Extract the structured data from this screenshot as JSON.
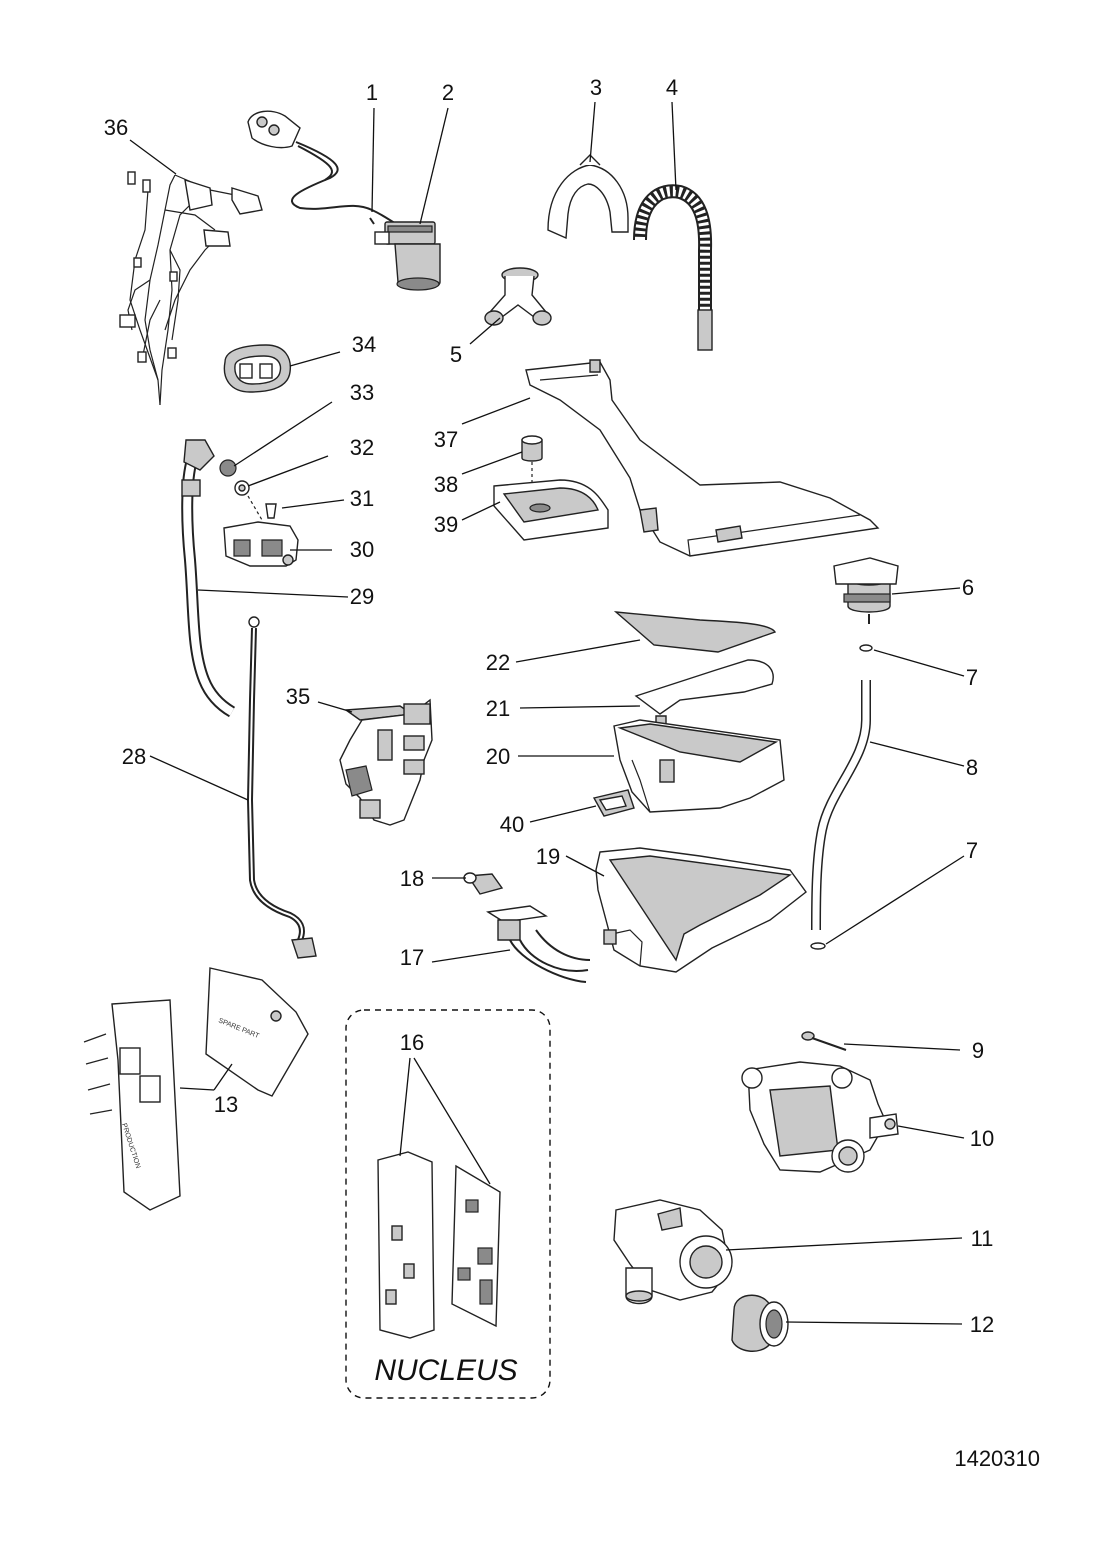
{
  "parts": {
    "p1": "1",
    "p2": "2",
    "p3": "3",
    "p4": "4",
    "p5": "5",
    "p6": "6",
    "p7a": "7",
    "p7b": "7",
    "p8": "8",
    "p9": "9",
    "p10": "10",
    "p11": "11",
    "p12": "12",
    "p13": "13",
    "p16": "16",
    "p17": "17",
    "p18": "18",
    "p19": "19",
    "p20": "20",
    "p21": "21",
    "p22": "22",
    "p28": "28",
    "p29": "29",
    "p30": "30",
    "p31": "31",
    "p32": "32",
    "p33": "33",
    "p34": "34",
    "p35": "35",
    "p36": "36",
    "p37": "37",
    "p38": "38",
    "p39": "39",
    "p40": "40"
  },
  "group_label": "NUCLEUS",
  "sticker_spare": "SPARE PART",
  "sticker_production": "PRODUCTION",
  "diagram_code": "1420310"
}
